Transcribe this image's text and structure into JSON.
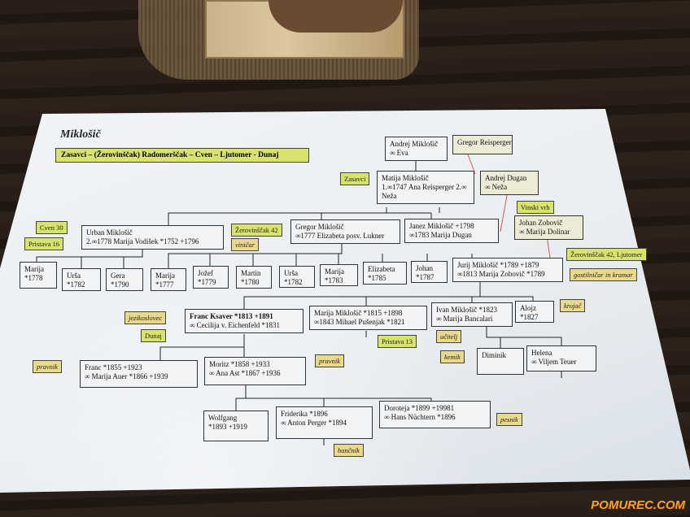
{
  "title": "Miklošič",
  "route": "Zasavci – (Žerovinščak) Radomerščak – Cven – Ljutomer - Dunaj",
  "people": [
    [
      "Andrej Miklošič",
      "∞ Eva"
    ],
    [
      "Gregor Reisperger",
      ""
    ],
    [
      "Matija Miklošič",
      "1.∞1747 Ana Reisperger  2.∞ Neža"
    ],
    [
      "Andrej Dugan",
      "∞ Neža"
    ],
    [
      "Johan Zobovič",
      "∞ Marija Dolinar"
    ],
    [
      "Urban Miklošič",
      "2.∞1778 Marija Vodišek *1752 +1796"
    ],
    [
      "Gregor Miklošič",
      "∞1777 Elizabeta posv. Lukner"
    ],
    [
      "Janez Miklošič +1798",
      "∞1783 Marija Dugan"
    ],
    [
      "Marija",
      "*1778"
    ],
    [
      "Urša",
      "*1782"
    ],
    [
      "Gera",
      "*1790"
    ],
    [
      "Marija",
      "*1777"
    ],
    [
      "Jožef",
      "*1779"
    ],
    [
      "Martin",
      "*1780"
    ],
    [
      "Urša",
      "*1782"
    ],
    [
      "Marija",
      "*1783"
    ],
    [
      "Elizabeta",
      "*1785"
    ],
    [
      "Johan",
      "*1787"
    ],
    [
      "Jurij Miklošič *1789 +1879",
      "∞1813 Marija Zobovič *1789"
    ],
    [
      "Franc Ksaver *1813 +1891",
      "∞ Cecilija v. Eichenfeld *1831"
    ],
    [
      "Marija Miklošič *1815 +1898",
      "∞1843 Mihael Pušenjak *1821"
    ],
    [
      "Ivan Miklošič *1823",
      "∞ Marija Bancalari"
    ],
    [
      "Alojz",
      "*1827"
    ],
    [
      "Diminik",
      ""
    ],
    [
      "Helena",
      "∞ Viljem Teuer"
    ],
    [
      "Franc *1855 +1923",
      "∞ Marija Auer *1866 +1939"
    ],
    [
      "Moritz *1858 +1933",
      "∞ Ana Ast *1867 +1936"
    ],
    [
      "Wolfgang",
      "*1893 +1919"
    ],
    [
      "Friderika *1896",
      "∞ Anton Perger *1894"
    ],
    [
      "Doroteja *1899 +19981",
      "∞ Hans Nüchtern *1896"
    ]
  ],
  "tags": [
    "Zasavci",
    "Vinski vrh",
    "Cven 30",
    "Pristava 16",
    "Žerovinščak 42",
    "viničar",
    "Žerovinščak 42, Ljutomer",
    "gostilničar in kramar",
    "jezikoslovec",
    "Dunaj",
    "Pristava 13",
    "učitelj",
    "krojač",
    "kemik",
    "pravnik",
    "pravnik",
    "pesnik",
    "bančnik"
  ],
  "watermark": "POMUREC.COM",
  "colors": {
    "place_tag": "#d7e36b",
    "occupation_tag": "#ead98a",
    "in_law_line": "#e05050"
  }
}
